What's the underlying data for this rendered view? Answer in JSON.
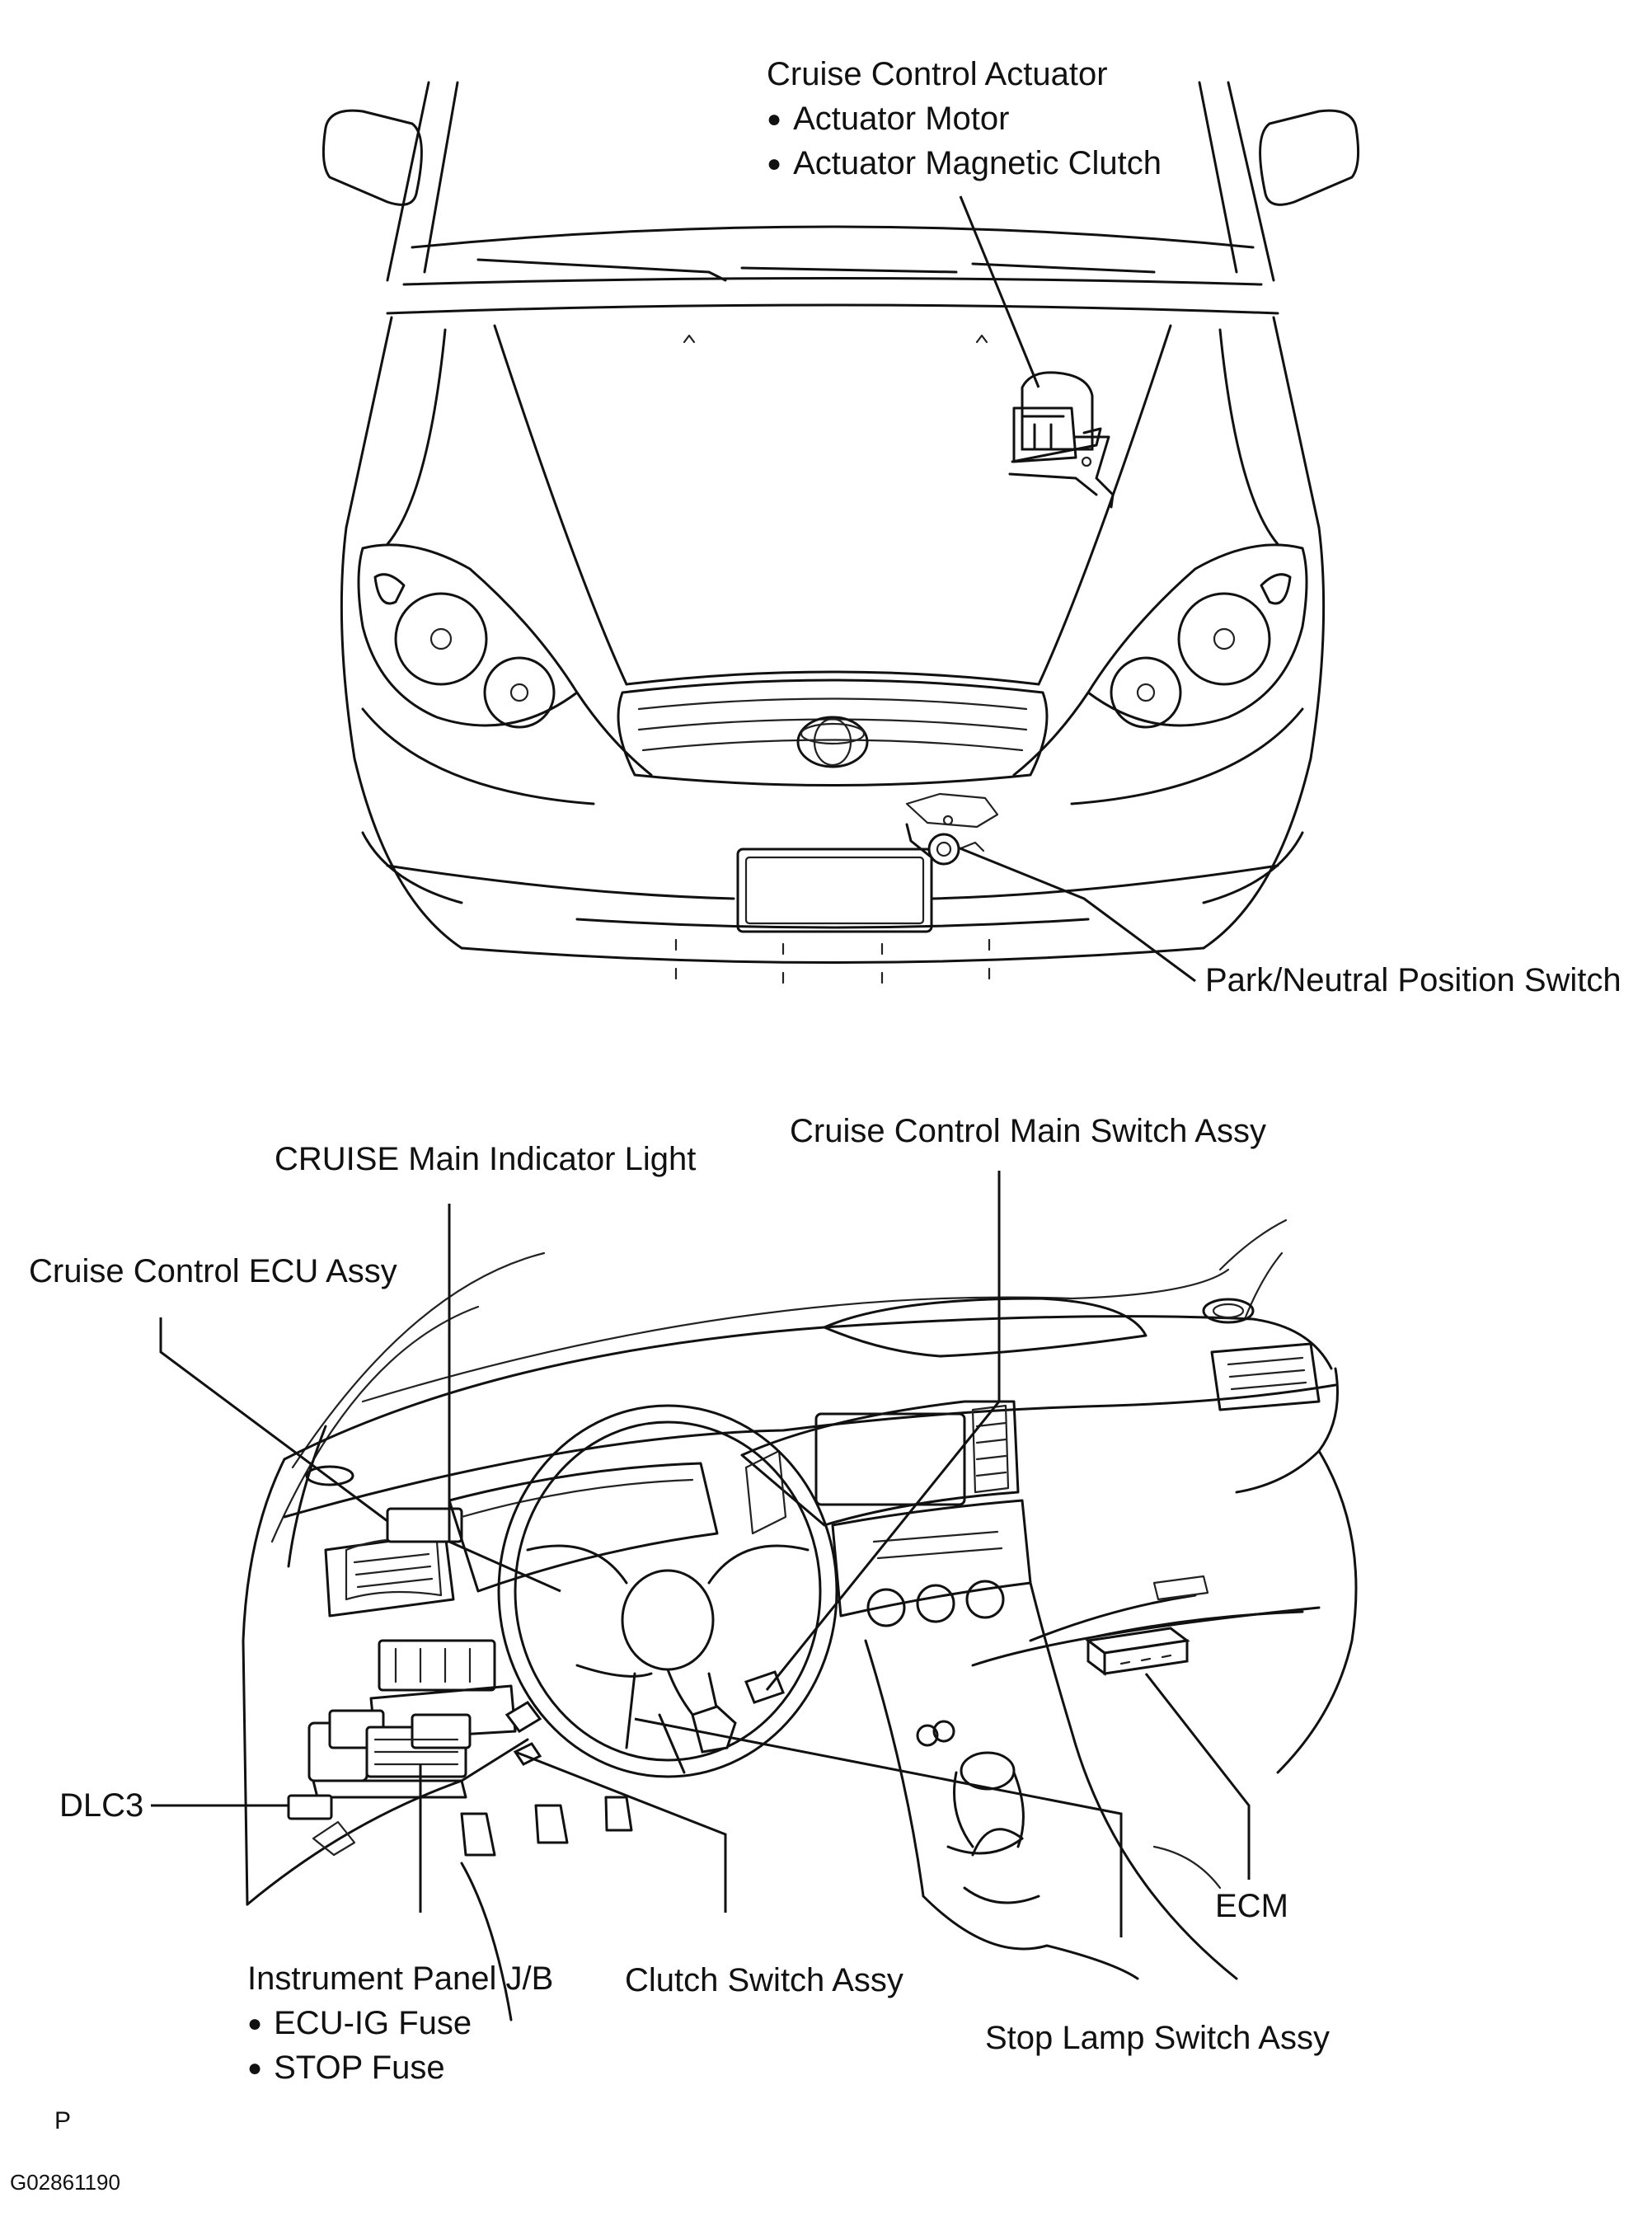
{
  "labels": {
    "actuator_title": "Cruise Control Actuator",
    "actuator_item1": "Actuator Motor",
    "actuator_item2": "Actuator Magnetic Clutch",
    "park_neutral": "Park/Neutral Position Switch",
    "cruise_main_indicator": "CRUISE Main Indicator Light",
    "cruise_main_switch": "Cruise Control Main Switch Assy",
    "cruise_ecu": "Cruise Control ECU Assy",
    "dlc3": "DLC3",
    "ecm": "ECM",
    "instrument_panel_jb": "Instrument Panel J/B",
    "jb_item1": "ECU-IG Fuse",
    "jb_item2": "STOP Fuse",
    "clutch_switch": "Clutch Switch Assy",
    "stop_lamp_switch": "Stop Lamp Switch Assy",
    "page_letter": "P",
    "figure_code": "G02861190"
  }
}
